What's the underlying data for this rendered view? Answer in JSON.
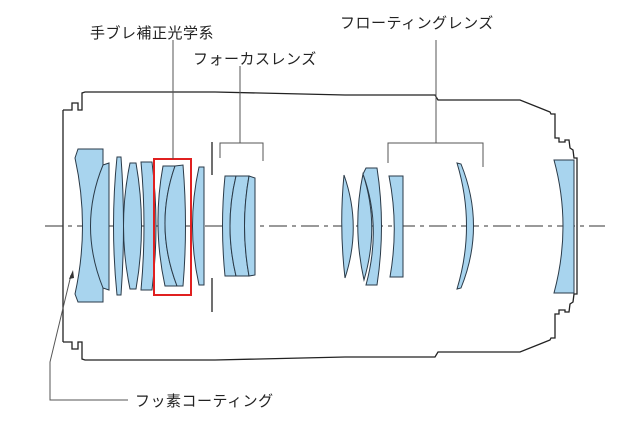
{
  "labels": {
    "stabilizer": "手ブレ補正光学系",
    "focus": "フォーカスレンズ",
    "floating": "フローティングレンズ",
    "fluorine": "フッ素コーティング"
  },
  "colors": {
    "lens_fill": "#a8d4ee",
    "highlight_box": "#e02020"
  }
}
